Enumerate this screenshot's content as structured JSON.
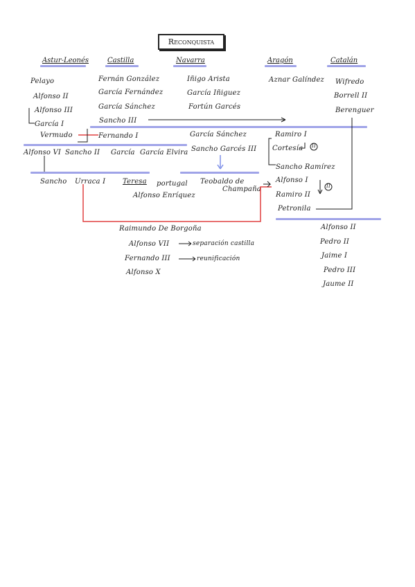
{
  "title": "Reconquista",
  "headers": {
    "asturleonesa": "Astur-Leonés",
    "castilla": "Castilla",
    "navarra": "Navarra",
    "aragon": "Aragón",
    "catalan": "Catalán"
  },
  "asturias": [
    "Pelayo",
    "Alfonso II",
    "Alfonso III",
    "García I",
    "Vermudo"
  ],
  "castilla": [
    "Fernán González",
    "García Fernández",
    "García Sánchez",
    "Sancho III",
    "Fernando I"
  ],
  "navarra": [
    "Iñigo Arista",
    "García Iñiguez",
    "Fortún Garcés"
  ],
  "aragon": [
    "Ramiro I",
    "Sancho Ramírez",
    "Alfonso I",
    "Ramiro II",
    "Petronila"
  ],
  "aragon_top": "Aznar Galíndez",
  "aragon_notes": {
    "cortesias": "Cortesía",
    "circle1": "II",
    "circle2": "II"
  },
  "catalan": [
    "Wifredo",
    "Borrell II",
    "Berenguer"
  ],
  "mid_row": {
    "alfonso6": "Alfonso VI",
    "sancho2": "Sancho II",
    "garcia_y_elvira": "García",
    "garcia_elvira": "García Elvira"
  },
  "navarra2": [
    "García Sánchez",
    "Sancho Garcés III"
  ],
  "bottom_row": {
    "sancho": "Sancho",
    "urraca": "Urraca I",
    "teresa": "Teresa",
    "portugal": "portugal",
    "alfonso_enriquez": "Alfonso Enríquez",
    "teobaldo": "Teobaldo de",
    "champagne": "Champaña"
  },
  "borgona": [
    "Raimundo De Borgoña",
    "Alfonso VII",
    "Fernando III",
    "Alfonso X"
  ],
  "borgona_notes": {
    "separacion": "separación castilla",
    "reunificacion": "reunificación"
  },
  "catalan_lower": [
    "Alfonso II",
    "Pedro II",
    "Jaime I",
    "Pedro III",
    "Jaume II"
  ]
}
